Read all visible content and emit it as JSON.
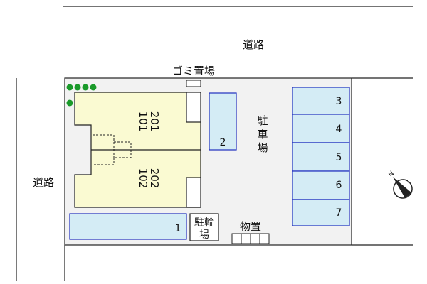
{
  "labels": {
    "road_top": "道路",
    "road_left": "道路",
    "garbage": "ゴミ置場",
    "parking_chars": [
      "駐",
      "車",
      "場"
    ],
    "bike_chars": [
      "駐輪",
      "場"
    ],
    "storage": "物置"
  },
  "units": {
    "upper": [
      "201",
      "101"
    ],
    "lower": [
      "202",
      "102"
    ]
  },
  "parking_spaces": {
    "left_single": "2",
    "bottom_wide": "1",
    "right_column": [
      "3",
      "4",
      "5",
      "6",
      "7"
    ]
  },
  "icons": {
    "compass": "north-compass-icon",
    "trees": "tree-dot-icon"
  },
  "colors": {
    "building_fill": "#fafad2",
    "parking_fill": "#d4ecf5",
    "parking_stroke": "#1f2fbf",
    "site_fill": "#f2f2f2",
    "tree": "#1a9a2a",
    "line": "#222222"
  }
}
